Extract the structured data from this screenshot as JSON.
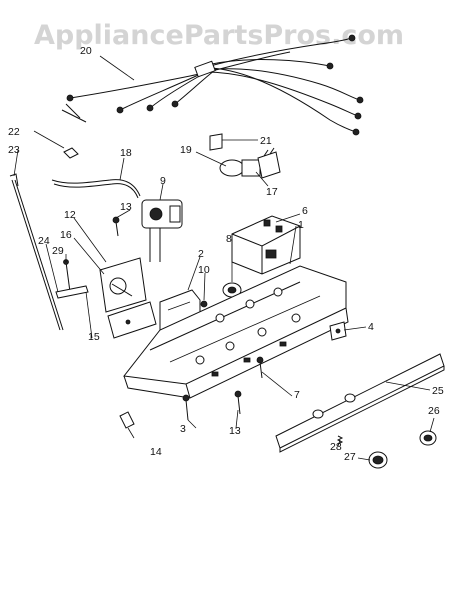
{
  "watermark": "AppliancePartsPros.com",
  "callouts": {
    "c1": "1",
    "c2": "2",
    "c3": "3",
    "c4": "4",
    "c6": "6",
    "c7": "7",
    "c8": "8",
    "c9": "9",
    "c10": "10",
    "c12": "12",
    "c13a": "13",
    "c13b": "13",
    "c14": "14",
    "c15": "15",
    "c16": "16",
    "c17": "17",
    "c18": "18",
    "c19": "19",
    "c20": "20",
    "c21": "21",
    "c22": "22",
    "c23": "23",
    "c24": "24",
    "c25": "25",
    "c26": "26",
    "c27": "27",
    "c28": "28",
    "c29": "29"
  }
}
